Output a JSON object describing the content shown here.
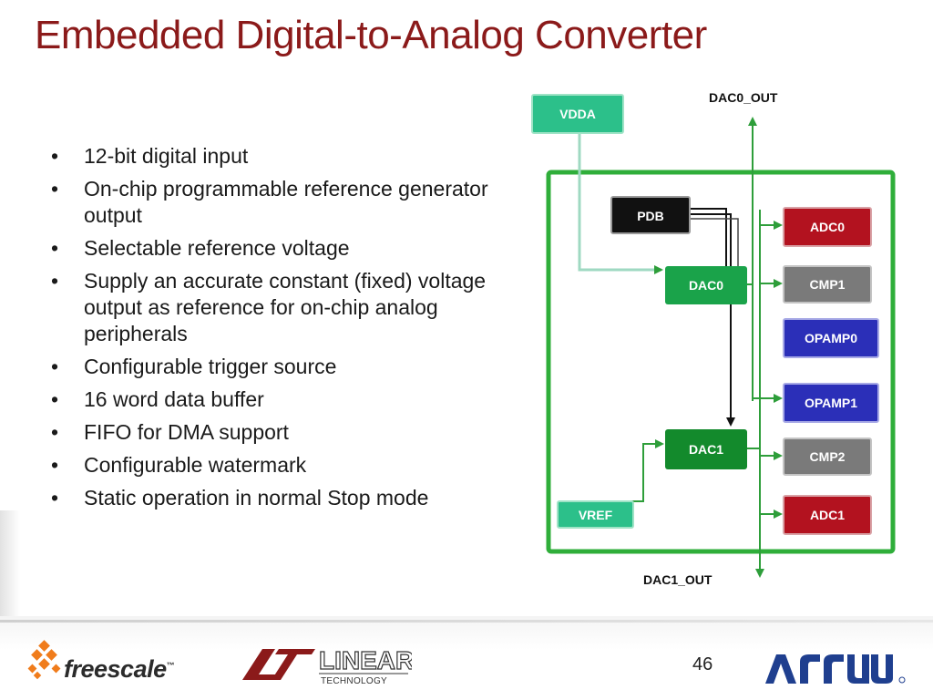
{
  "slide": {
    "title": "Embedded Digital-to-Analog Converter",
    "page_number": "46"
  },
  "bullets": [
    "12-bit digital input",
    "On-chip programmable reference generator output",
    "Selectable reference voltage",
    "Supply an accurate constant (fixed) voltage output as reference for on-chip analog peripherals",
    "Configurable trigger source",
    "16 word data buffer",
    "FIFO for DMA support",
    "Configurable watermark",
    "Static operation in normal Stop mode"
  ],
  "diagram": {
    "pins": {
      "dac0_out": "DAC0_OUT",
      "dac1_out": "DAC1_OUT"
    },
    "blocks": {
      "vdda": "VDDA",
      "vref": "VREF",
      "pdb": "PDB",
      "dac0": "DAC0",
      "dac1": "DAC1",
      "adc0": "ADC0",
      "cmp1": "CMP1",
      "opamp0": "OPAMP0",
      "opamp1": "OPAMP1",
      "cmp2": "CMP2",
      "adc1": "ADC1"
    },
    "colors": {
      "border_green": "#2fae3a",
      "wire_green": "#2e9e3a",
      "dac_green": "#1aa34a",
      "dac1_green": "#138a2c",
      "supply_teal": "#2cc08a",
      "adc_red": "#b3121f",
      "cmp_gray": "#7a7a7a",
      "opamp_blue": "#2b2fb8",
      "pdb_black": "#111111"
    }
  },
  "footer": {
    "logos": {
      "freescale": "freescale",
      "freescale_tm": "™",
      "linear": "LINEAR",
      "linear_sub": "TECHNOLOGY",
      "arrow": "ARROW"
    }
  }
}
